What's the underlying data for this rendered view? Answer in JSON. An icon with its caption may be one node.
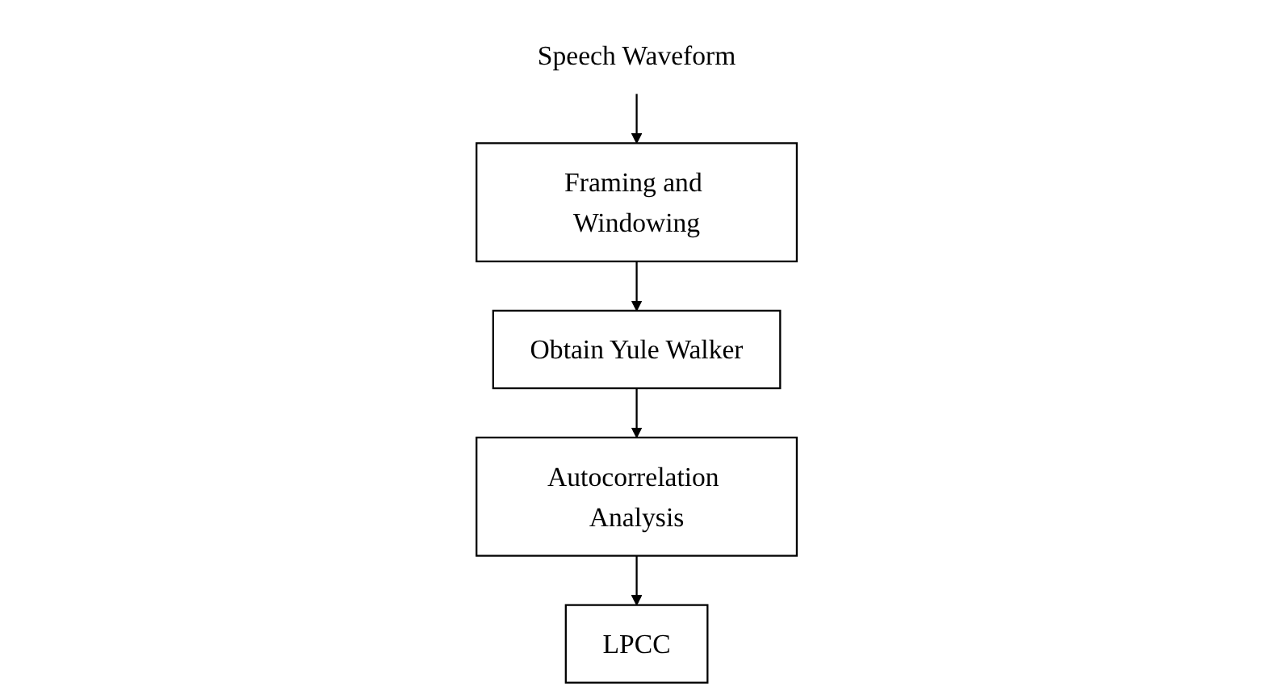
{
  "diagram": {
    "nodes": [
      {
        "text": [
          "Speech Waveform"
        ]
      },
      {
        "text": [
          "Framing and Windowing"
        ]
      },
      {
        "text": [
          "Obtain Yule Walker"
        ]
      },
      {
        "text": [
          "Autocorrelation Analysis"
        ]
      },
      {
        "text": [
          "LPCC"
        ]
      }
    ],
    "edges": [
      {
        "from": 0,
        "to": 1,
        "arrow": "to"
      },
      {
        "from": 1,
        "to": 2,
        "arrow": "to"
      },
      {
        "from": 2,
        "to": 3,
        "arrow": "to"
      },
      {
        "from": 3,
        "to": 4,
        "arrow": "to"
      }
    ]
  }
}
